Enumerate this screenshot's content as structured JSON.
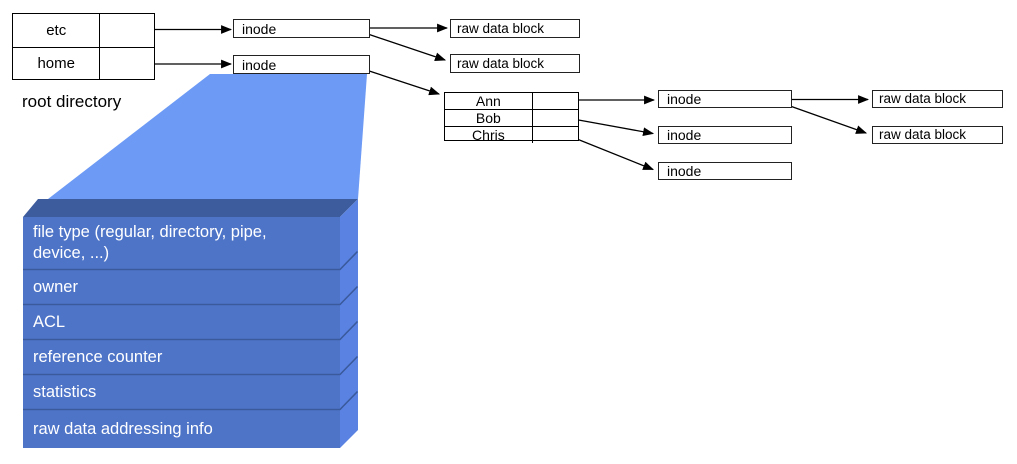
{
  "diagram": {
    "root_directory": {
      "caption": "root directory",
      "entries": [
        "etc",
        "home"
      ]
    },
    "top_inodes": [
      "inode",
      "inode"
    ],
    "top_raw_blocks": [
      "raw data block",
      "raw data block"
    ],
    "home_directory_entries": [
      "Ann",
      "Bob",
      "Chris"
    ],
    "right_inodes": [
      "inode",
      "inode",
      "inode"
    ],
    "right_raw_blocks": [
      "raw data block",
      "raw data block"
    ],
    "inode_detail_rows": [
      "file type (regular, directory, pipe, device, ...)",
      "owner",
      "ACL",
      "reference counter",
      "statistics",
      "raw data addressing info"
    ],
    "colors": {
      "funnel": "#6C9AF5",
      "block_face": "#4E74C8",
      "block_top_bevel": "#3D5C9E",
      "block_side_bevel": "#5A82E2",
      "block_divider": "#3A5A9C",
      "connector": "#000000"
    }
  }
}
